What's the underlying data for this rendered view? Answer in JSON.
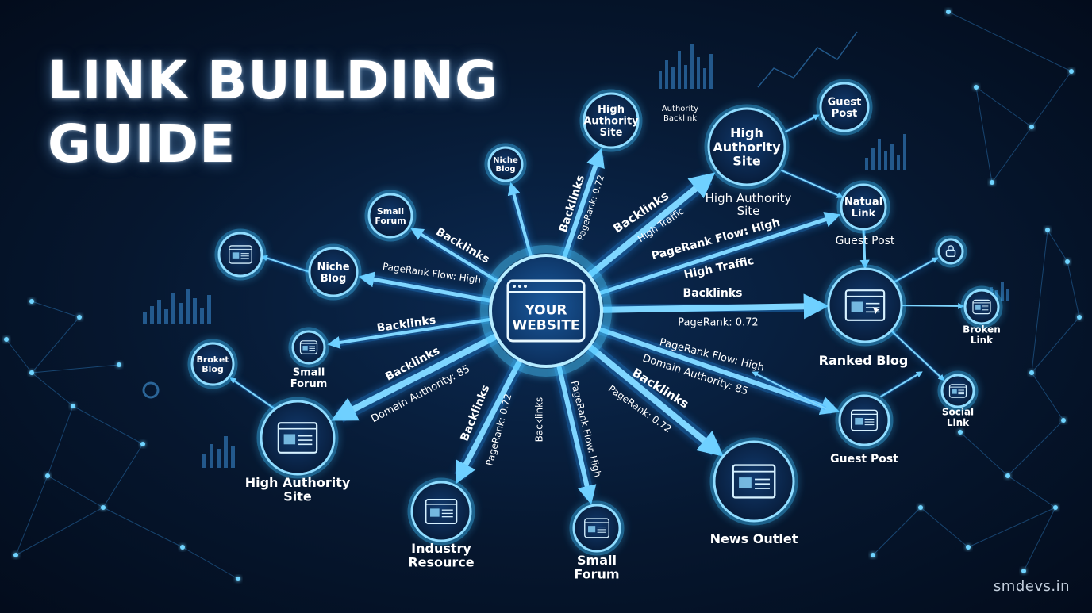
{
  "header": {
    "title_line1": "LINK BUILDING",
    "title_line2": "GUIDE"
  },
  "watermark": "smdevs.in",
  "colors": {
    "glow": "#39b7ff",
    "node_fill": "#0a2346",
    "arrow": "#4fc3ff",
    "background": "#06172f"
  },
  "center": {
    "line1": "YOUR",
    "line2": "WEBSITE",
    "icon": "browser-window-icon"
  },
  "nodes": [
    {
      "id": "n1",
      "lines": [
        "High",
        "Authority",
        "Site"
      ],
      "inside": true
    },
    {
      "id": "n2",
      "lines": [
        "High",
        "Authority",
        "Site"
      ],
      "inside": true
    },
    {
      "id": "n3",
      "lines": [
        "Niche",
        "Blog"
      ],
      "inside": true
    },
    {
      "id": "n4",
      "lines": [
        "Small",
        "Forum"
      ],
      "inside": true
    },
    {
      "id": "n5",
      "lines": [
        "Niche",
        "Blog"
      ],
      "inside": true
    },
    {
      "id": "n6",
      "lines": [
        "Broket",
        "Blog"
      ],
      "inside": true
    },
    {
      "id": "n7",
      "lines": [
        "Guest",
        "Post"
      ],
      "inside": true
    },
    {
      "id": "n8",
      "lines": [
        "Natual",
        "Link"
      ],
      "inside": true
    },
    {
      "id": "n9",
      "lines": [
        "Small",
        "Forum"
      ],
      "icon": "browser-window-icon"
    },
    {
      "id": "n10",
      "lines": [
        "High Authority",
        "Site"
      ],
      "icon": "browser-window-icon"
    },
    {
      "id": "n11",
      "lines": [
        "Industry",
        "Resource"
      ],
      "icon": "browser-window-icon"
    },
    {
      "id": "n12",
      "lines": [
        "Small",
        "Forum"
      ],
      "icon": "browser-window-icon"
    },
    {
      "id": "n13",
      "lines": [
        "News Outlet"
      ],
      "icon": "browser-window-icon"
    },
    {
      "id": "n14",
      "lines": [
        "Guest Post"
      ],
      "icon": "browser-window-icon"
    },
    {
      "id": "n15",
      "lines": [
        "Ranked Blog"
      ],
      "icon": "browser-cursor-icon"
    },
    {
      "id": "n16",
      "lines": [
        "Broken",
        "Link"
      ],
      "icon": "browser-window-icon"
    },
    {
      "id": "n17",
      "lines": [
        "Social",
        "Link"
      ],
      "icon": "browser-window-icon"
    },
    {
      "id": "n18",
      "lines": [],
      "icon": "browser-window-icon"
    },
    {
      "id": "n19",
      "lines": [],
      "icon": "lock-icon"
    }
  ],
  "extra_labels": [
    "High Authority",
    "Site",
    "Guest Post"
  ],
  "edge_labels": [
    "Authority",
    "Backlink",
    "Backlinks",
    "PageRank: 0.72",
    "Backlinks",
    "High Traffic",
    "PageRank Flow: High",
    "High Traffic",
    "Backlinks",
    "PageRank: 0.72",
    "Backlinks",
    "PageRank Flow: High",
    "Backlinks",
    "Backlinks",
    "Domain Authority: 85",
    "Backlinks",
    "PageRank: 0.72",
    "Backlinks",
    "PageRank Flow: High",
    "PageRank Flow: High",
    "Domain Authority: 85",
    "Backlinks",
    "PageRank: 0.72"
  ]
}
